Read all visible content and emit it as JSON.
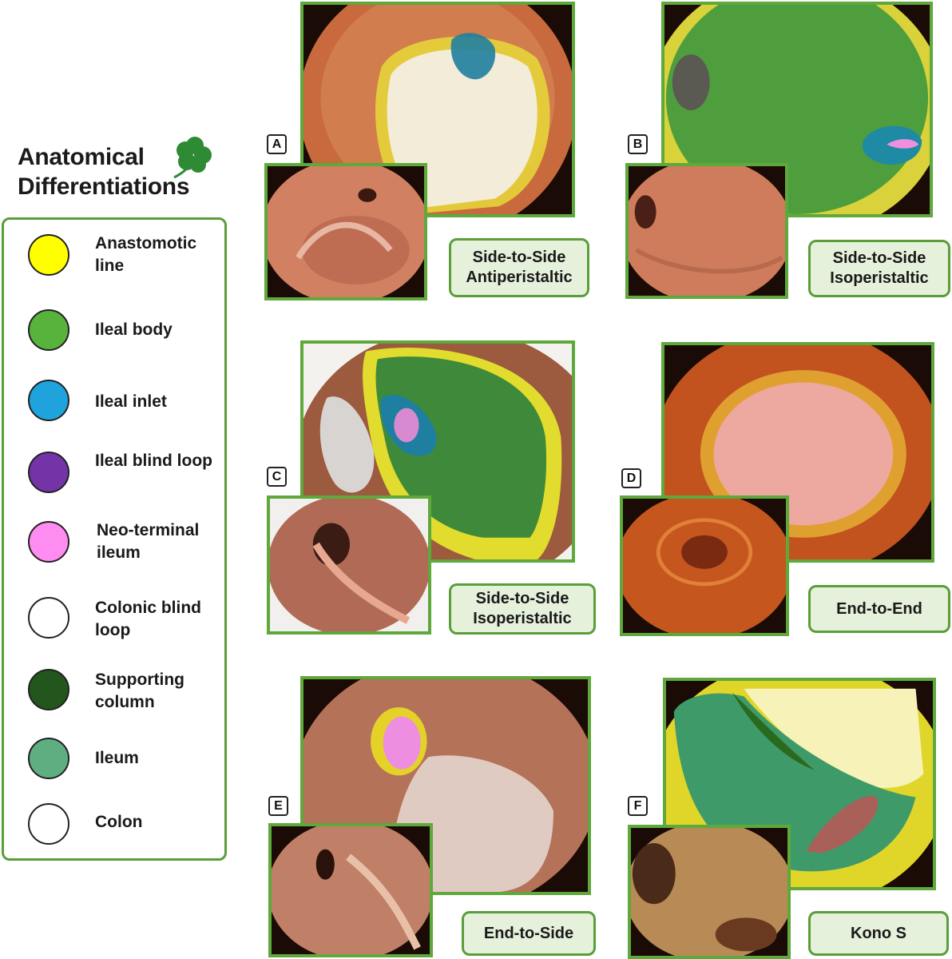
{
  "title": {
    "line1": "Anatomical",
    "line2": "Differentiations"
  },
  "legend": [
    {
      "label": "Anastomotic line",
      "color": "#ffff00"
    },
    {
      "label": "Ileal body",
      "color": "#58b33c"
    },
    {
      "label": "Ileal inlet",
      "color": "#1ea3dc"
    },
    {
      "label": "Ileal blind loop",
      "color": "#7433a6"
    },
    {
      "label": "Neo-terminal ileum",
      "color": "#ff8cf0"
    },
    {
      "label": "Colonic blind loop",
      "color": "#ffffff"
    },
    {
      "label": "Supporting column",
      "color": "#22561c"
    },
    {
      "label": "Ileum",
      "color": "#5fae82"
    },
    {
      "label": "Colon",
      "color": "#ffffff"
    }
  ],
  "panels": [
    {
      "letter": "A",
      "label": "Side-to-Side\nAntiperistaltic"
    },
    {
      "letter": "B",
      "label": "Side-to-Side\nIsoperistaltic"
    },
    {
      "letter": "C",
      "label": "Side-to-Side\nIsoperistaltic"
    },
    {
      "letter": "D",
      "label": "End-to-End"
    },
    {
      "letter": "E",
      "label": "End-to-Side"
    },
    {
      "letter": "F",
      "label": "Kono S"
    }
  ],
  "colors": {
    "frame": "#5fa83c",
    "label_bg": "#e6f1dc"
  }
}
